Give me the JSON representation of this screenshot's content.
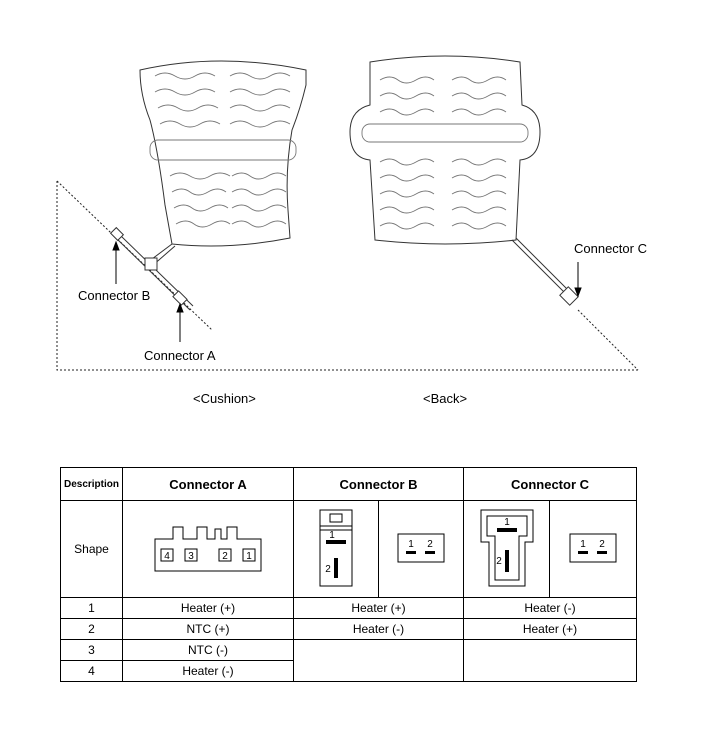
{
  "diagram": {
    "labels": {
      "connector_a": "Connector A",
      "connector_b": "Connector B",
      "connector_c": "Connector C",
      "cushion": "<Cushion>",
      "back": "<Back>"
    }
  },
  "table": {
    "headers": {
      "description": "Description",
      "connector_a": "Connector A",
      "connector_b": "Connector B",
      "connector_c": "Connector C"
    },
    "shape_label": "Shape",
    "shape_pins": {
      "a": [
        "4",
        "3",
        "2",
        "1"
      ],
      "b_side": [
        "1",
        "2"
      ],
      "b_front": [
        "1",
        "2"
      ],
      "c_side": [
        "1",
        "2"
      ],
      "c_front": [
        "1",
        "2"
      ]
    },
    "rows": [
      {
        "pin": "1",
        "a": "Heater (+)",
        "b": "Heater (+)",
        "c": "Heater (-)"
      },
      {
        "pin": "2",
        "a": "NTC (+)",
        "b": "Heater (-)",
        "c": "Heater (+)"
      },
      {
        "pin": "3",
        "a": "NTC (-)"
      },
      {
        "pin": "4",
        "a": "Heater (-)"
      }
    ]
  }
}
